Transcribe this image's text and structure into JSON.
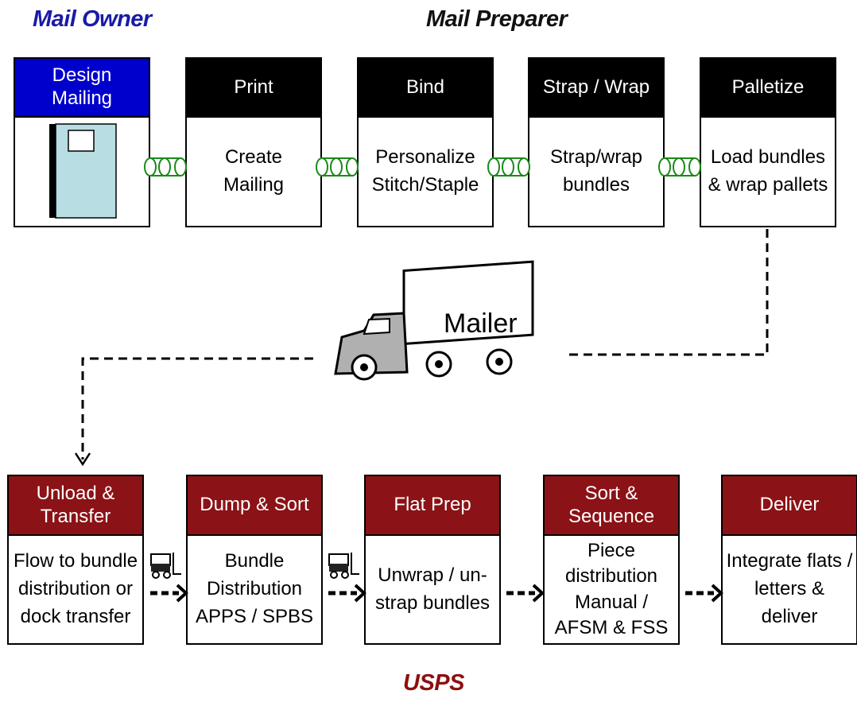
{
  "labels": {
    "mail_owner": "Mail Owner",
    "mail_preparer": "Mail Preparer",
    "usps": "USPS"
  },
  "top_row": [
    {
      "header": "Design\nMailing",
      "body": "",
      "header_color": "#0000cc"
    },
    {
      "header": "Print",
      "body": "Create\nMailing",
      "header_color": "#000000"
    },
    {
      "header": "Bind",
      "body": "Personalize\nStitch/Staple",
      "header_color": "#000000"
    },
    {
      "header": "Strap / Wrap",
      "body": "Strap/wrap\nbundles",
      "header_color": "#000000"
    },
    {
      "header": "Palletize",
      "body": "Load bundles\n& wrap pallets",
      "header_color": "#000000"
    }
  ],
  "truck": {
    "label": "Mailer"
  },
  "bottom_row": [
    {
      "header": "Unload &\nTransfer",
      "body": "Flow to bundle\ndistribution or\ndock transfer"
    },
    {
      "header": "Dump & Sort",
      "body": "Bundle\nDistribution\nAPPS / SPBS"
    },
    {
      "header": "Flat Prep",
      "body": "Unwrap / un-\nstrap bundles"
    },
    {
      "header": "Sort &\nSequence",
      "body": "Piece\ndistribution\nManual /\nAFSM & FSS"
    },
    {
      "header": "Deliver",
      "body": "Integrate flats /\nletters &\ndeliver"
    }
  ],
  "colors": {
    "owner_blue": "#0000cc",
    "usps_red": "#8b1216",
    "connector_green": "#1a8a1a",
    "book_fill": "#b8dde3",
    "truck_fill": "#b0b0b0"
  },
  "icons": [
    "book-icon",
    "pipe-connector-icon",
    "truck-icon",
    "forklift-icon",
    "dashed-arrow-icon"
  ]
}
